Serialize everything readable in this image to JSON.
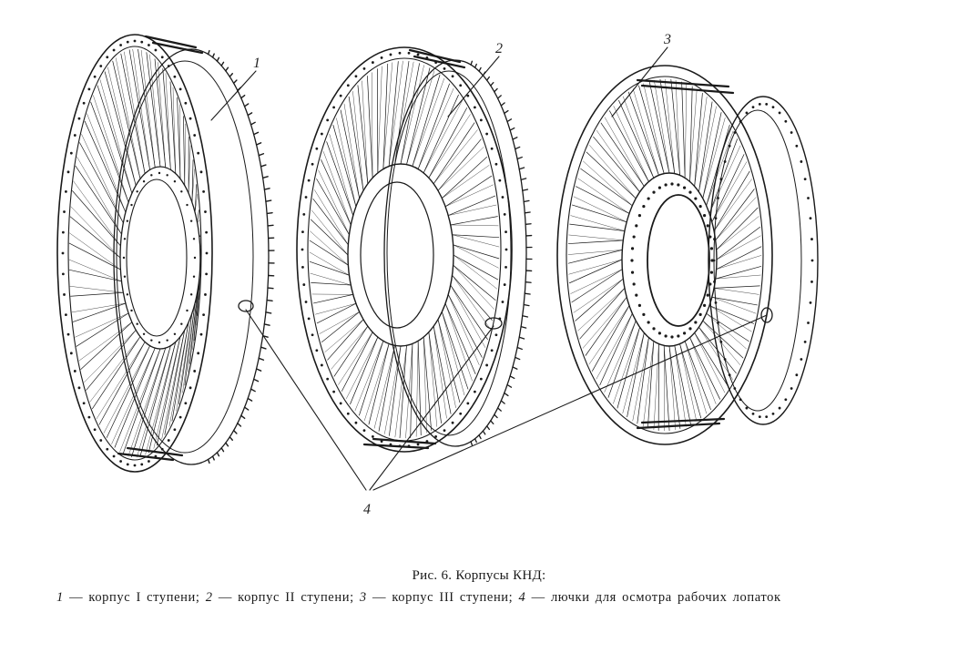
{
  "figure": {
    "callouts": [
      "1",
      "2",
      "3",
      "4"
    ],
    "parts": [
      "lpt-casing-stage-1",
      "lpt-casing-stage-2",
      "lpt-casing-stage-3",
      "inspection-hatches"
    ]
  },
  "caption": {
    "title": "Рис. 6. Корпусы КНД:",
    "legend": [
      {
        "num": "1",
        "text": " — корпус I ступени; "
      },
      {
        "num": "2",
        "text": " — корпус II ступени; "
      },
      {
        "num": "3",
        "text": " — корпус III ступени; "
      },
      {
        "num": "4",
        "text": " — лючки для осмотра рабочих лопаток"
      }
    ]
  },
  "colors": {
    "ink": "#1a1a1a",
    "paper": "#ffffff"
  }
}
